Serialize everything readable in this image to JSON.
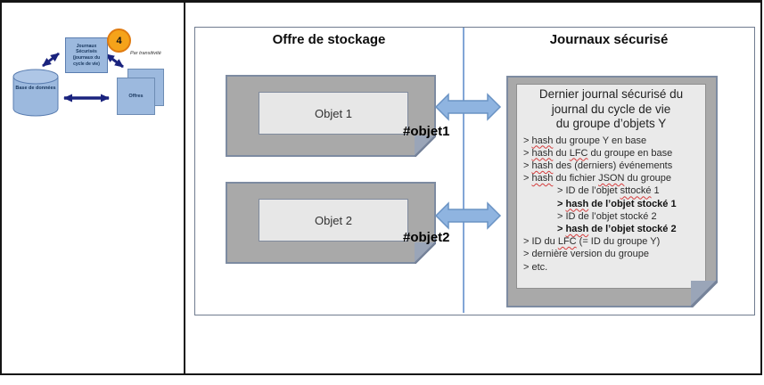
{
  "left_diagram": {
    "database_label": "Base de données",
    "journal_box_label": "Journaux Sécurisés (journaux du cycle de vie)",
    "offers_label": "Offres",
    "step_badge": "4",
    "step_caption": "Par transitivité"
  },
  "panels": {
    "storage_header": "Offre de stockage",
    "journal_header": "Journaux sécurisé"
  },
  "storage_objects": [
    {
      "label": "Objet 1",
      "tag": "#objet1"
    },
    {
      "label": "Objet 2",
      "tag": "#objet2"
    }
  ],
  "journal": {
    "title_lines": [
      "Dernier journal sécurisé du",
      "journal du cycle de vie",
      "du groupe d’objets Y"
    ],
    "lines": [
      {
        "indent": false,
        "bold": false,
        "parts": [
          {
            "t": "> "
          },
          {
            "t": "hash",
            "sq": true
          },
          {
            "t": " du groupe Y en base"
          }
        ]
      },
      {
        "indent": false,
        "bold": false,
        "parts": [
          {
            "t": "> "
          },
          {
            "t": "hash",
            "sq": true
          },
          {
            "t": " du "
          },
          {
            "t": "LFC",
            "sq": true
          },
          {
            "t": " du groupe en base"
          }
        ]
      },
      {
        "indent": false,
        "bold": false,
        "parts": [
          {
            "t": "> "
          },
          {
            "t": "hash",
            "sq": true
          },
          {
            "t": " des (derniers) événements"
          }
        ]
      },
      {
        "indent": false,
        "bold": false,
        "parts": [
          {
            "t": "> "
          },
          {
            "t": "hash",
            "sq": true
          },
          {
            "t": " du fichier "
          },
          {
            "t": "JSON",
            "sq": true
          },
          {
            "t": " du groupe"
          }
        ]
      },
      {
        "indent": true,
        "bold": false,
        "parts": [
          {
            "t": "> ID de l’objet "
          },
          {
            "t": "sttocké",
            "sq": true
          },
          {
            "t": " 1"
          }
        ]
      },
      {
        "indent": true,
        "bold": true,
        "parts": [
          {
            "t": "> "
          },
          {
            "t": "hash",
            "sq": true
          },
          {
            "t": " de l’objet stocké 1"
          }
        ]
      },
      {
        "indent": true,
        "bold": false,
        "parts": [
          {
            "t": "> ID de l’objet stocké 2"
          }
        ]
      },
      {
        "indent": true,
        "bold": true,
        "parts": [
          {
            "t": "> "
          },
          {
            "t": "hash",
            "sq": true
          },
          {
            "t": " de l’objet stocké 2"
          }
        ]
      },
      {
        "indent": false,
        "bold": false,
        "parts": [
          {
            "t": "> ID du "
          },
          {
            "t": "LFC",
            "sq": true
          },
          {
            "t": " (= ID du groupe Y)"
          }
        ]
      },
      {
        "indent": false,
        "bold": false,
        "parts": [
          {
            "t": "> dernière version du groupe"
          }
        ]
      },
      {
        "indent": false,
        "bold": false,
        "parts": [
          {
            "t": "> etc."
          }
        ]
      }
    ]
  },
  "colors": {
    "note_gray": "#a9a9a9",
    "note_border": "#7d8ba1",
    "arrow_blue": "#8fb4e0",
    "diagram_blue": "#9cb9de",
    "navy_arrow": "#1a237e",
    "badge_orange": "#f5a31a",
    "squiggle_red": "#d43c3c"
  }
}
